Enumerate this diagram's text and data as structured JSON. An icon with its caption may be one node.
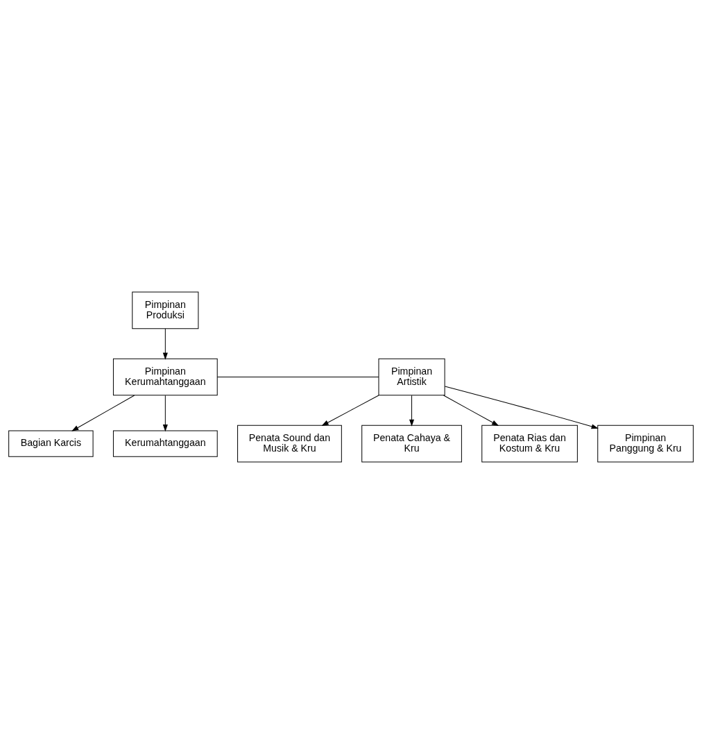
{
  "diagram": {
    "nodes": [
      {
        "text": [
          "Pimpinan Produksi"
        ]
      },
      {
        "text": [
          "Pimpinan Kerumahtanggaan"
        ]
      },
      {
        "text": [
          "Pimpinan Artistik"
        ]
      },
      {
        "text": [
          "Bagian Karcis"
        ]
      },
      {
        "text": [
          "Kerumahtanggaan"
        ]
      },
      {
        "text": [
          "Penata Sound dan Musik & Kru"
        ]
      },
      {
        "text": [
          "Penata Cahaya & Kru"
        ]
      },
      {
        "text": [
          "Penata Rias dan Kostum & Kru"
        ]
      },
      {
        "text": [
          "Pimpinan Panggung & Kru"
        ]
      }
    ],
    "edges": [
      {
        "from": 0,
        "to": 1,
        "arrow": "to"
      },
      {
        "from": 1,
        "to": 2,
        "arrow": "none"
      },
      {
        "from": 1,
        "to": 3,
        "arrow": "to"
      },
      {
        "from": 1,
        "to": 4,
        "arrow": "to"
      },
      {
        "from": 2,
        "to": 5,
        "arrow": "to"
      },
      {
        "from": 2,
        "to": 6,
        "arrow": "to"
      },
      {
        "from": 2,
        "to": 7,
        "arrow": "to"
      },
      {
        "from": 2,
        "to": 8,
        "arrow": "to"
      }
    ]
  }
}
